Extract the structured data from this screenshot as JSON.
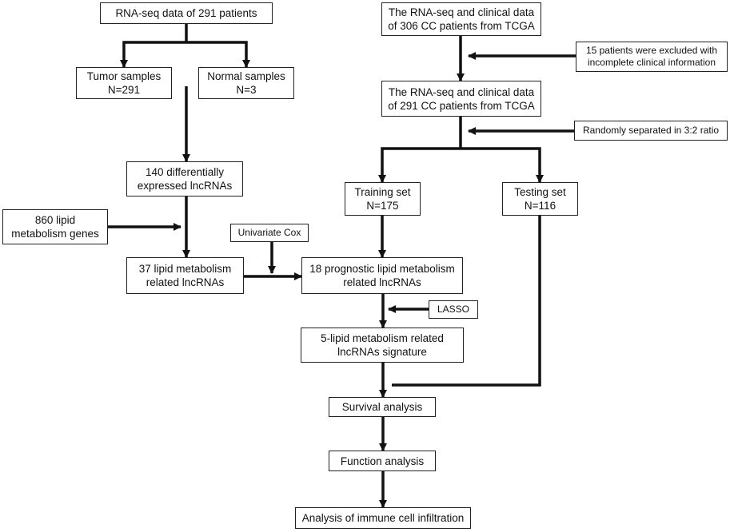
{
  "boxes": {
    "rnaseq_291": {
      "lines": [
        "RNA-seq data of 291 patients"
      ]
    },
    "tumor": {
      "lines": [
        "Tumor samples",
        "N=291"
      ]
    },
    "normal": {
      "lines": [
        "Normal samples",
        "N=3"
      ]
    },
    "deg_140": {
      "lines": [
        "140 differentially",
        "expressed lncRNAs"
      ]
    },
    "lipid_genes": {
      "lines": [
        "860 lipid",
        "metabolism genes"
      ]
    },
    "lipid_37": {
      "lines": [
        "37 lipid metabolism",
        "related lncRNAs"
      ]
    },
    "univariate": {
      "lines": [
        "Univariate  Cox"
      ]
    },
    "prognostic_18": {
      "lines": [
        "18 prognostic lipid metabolism",
        "related lncRNAs"
      ]
    },
    "lasso": {
      "lines": [
        "LASSO"
      ]
    },
    "signature_5": {
      "lines": [
        "5-lipid metabolism related",
        "lncRNAs signature"
      ]
    },
    "tcga_306": {
      "lines": [
        "The RNA-seq and clinical data",
        "of 306 CC patients from TCGA"
      ]
    },
    "excluded_15": {
      "lines": [
        "15 patients were  excluded with",
        "incomplete clinical information"
      ]
    },
    "tcga_291": {
      "lines": [
        "The RNA-seq and clinical data",
        "of 291 CC patients from TCGA"
      ]
    },
    "random_split": {
      "lines": [
        "Randomly separated in 3:2 ratio"
      ]
    },
    "training": {
      "lines": [
        "Training set",
        "N=175"
      ]
    },
    "testing": {
      "lines": [
        "Testing set",
        "N=116"
      ]
    },
    "survival": {
      "lines": [
        "Survival analysis"
      ]
    },
    "function": {
      "lines": [
        "Function analysis"
      ]
    },
    "immune": {
      "lines": [
        "Analysis of immune cell infiltration"
      ]
    }
  }
}
